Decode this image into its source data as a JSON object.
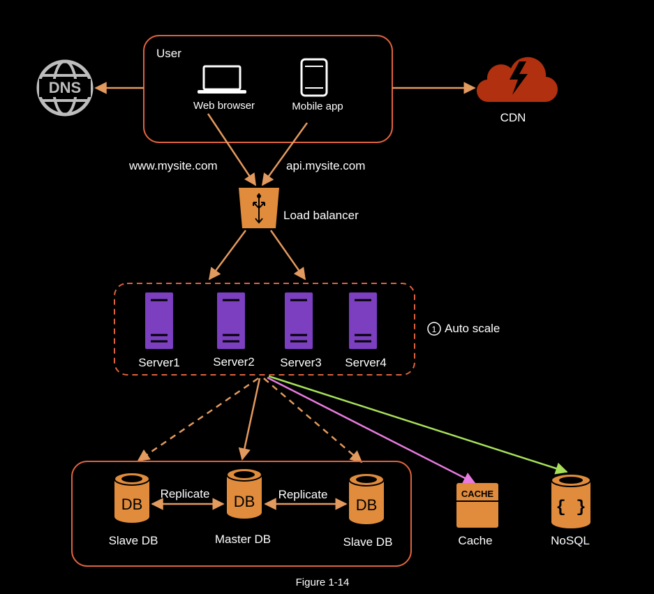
{
  "user_box": {
    "title": "User",
    "web_browser": "Web browser",
    "mobile_app": "Mobile app"
  },
  "dns": {
    "label": "DNS"
  },
  "cdn": {
    "label": "CDN"
  },
  "domains": {
    "www": "www.mysite.com",
    "api": "api.mysite.com"
  },
  "load_balancer": {
    "label": "Load balancer"
  },
  "servers": [
    "Server1",
    "Server2",
    "Server3",
    "Server4"
  ],
  "auto_scale": {
    "number": "1",
    "label": "Auto scale"
  },
  "db": {
    "icon_text": "DB",
    "slave_left": "Slave DB",
    "master": "Master DB",
    "slave_right": "Slave DB",
    "replicate_left": "Replicate",
    "replicate_right": "Replicate"
  },
  "cache": {
    "icon_text": "CACHE",
    "label": "Cache"
  },
  "nosql": {
    "icon_text": "{ }",
    "label": "NoSQL"
  },
  "caption": "Figure 1-14",
  "colors": {
    "background": "#000000",
    "arrow": "#e39a5e",
    "box_border": "#e0633f",
    "server_purple": "#7b3fbf",
    "db_orange": "#e08c3c",
    "cdn_red": "#b1300f",
    "cache_arrow": "#e87be0",
    "nosql_arrow": "#a8e05a"
  }
}
